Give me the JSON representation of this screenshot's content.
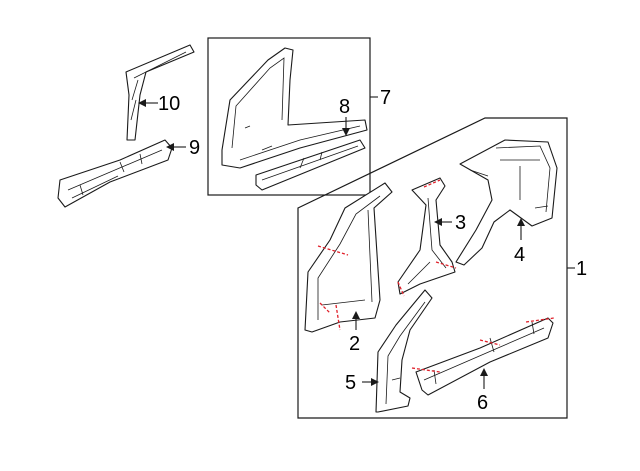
{
  "colors": {
    "line": "#1a1a1a",
    "cut_mark": "#e0202a",
    "background": "#ffffff"
  },
  "callouts": {
    "c1": "1",
    "c2": "2",
    "c3": "3",
    "c4": "4",
    "c5": "5",
    "c6": "6",
    "c7": "7",
    "c8": "8",
    "c9": "9",
    "c10": "10"
  }
}
